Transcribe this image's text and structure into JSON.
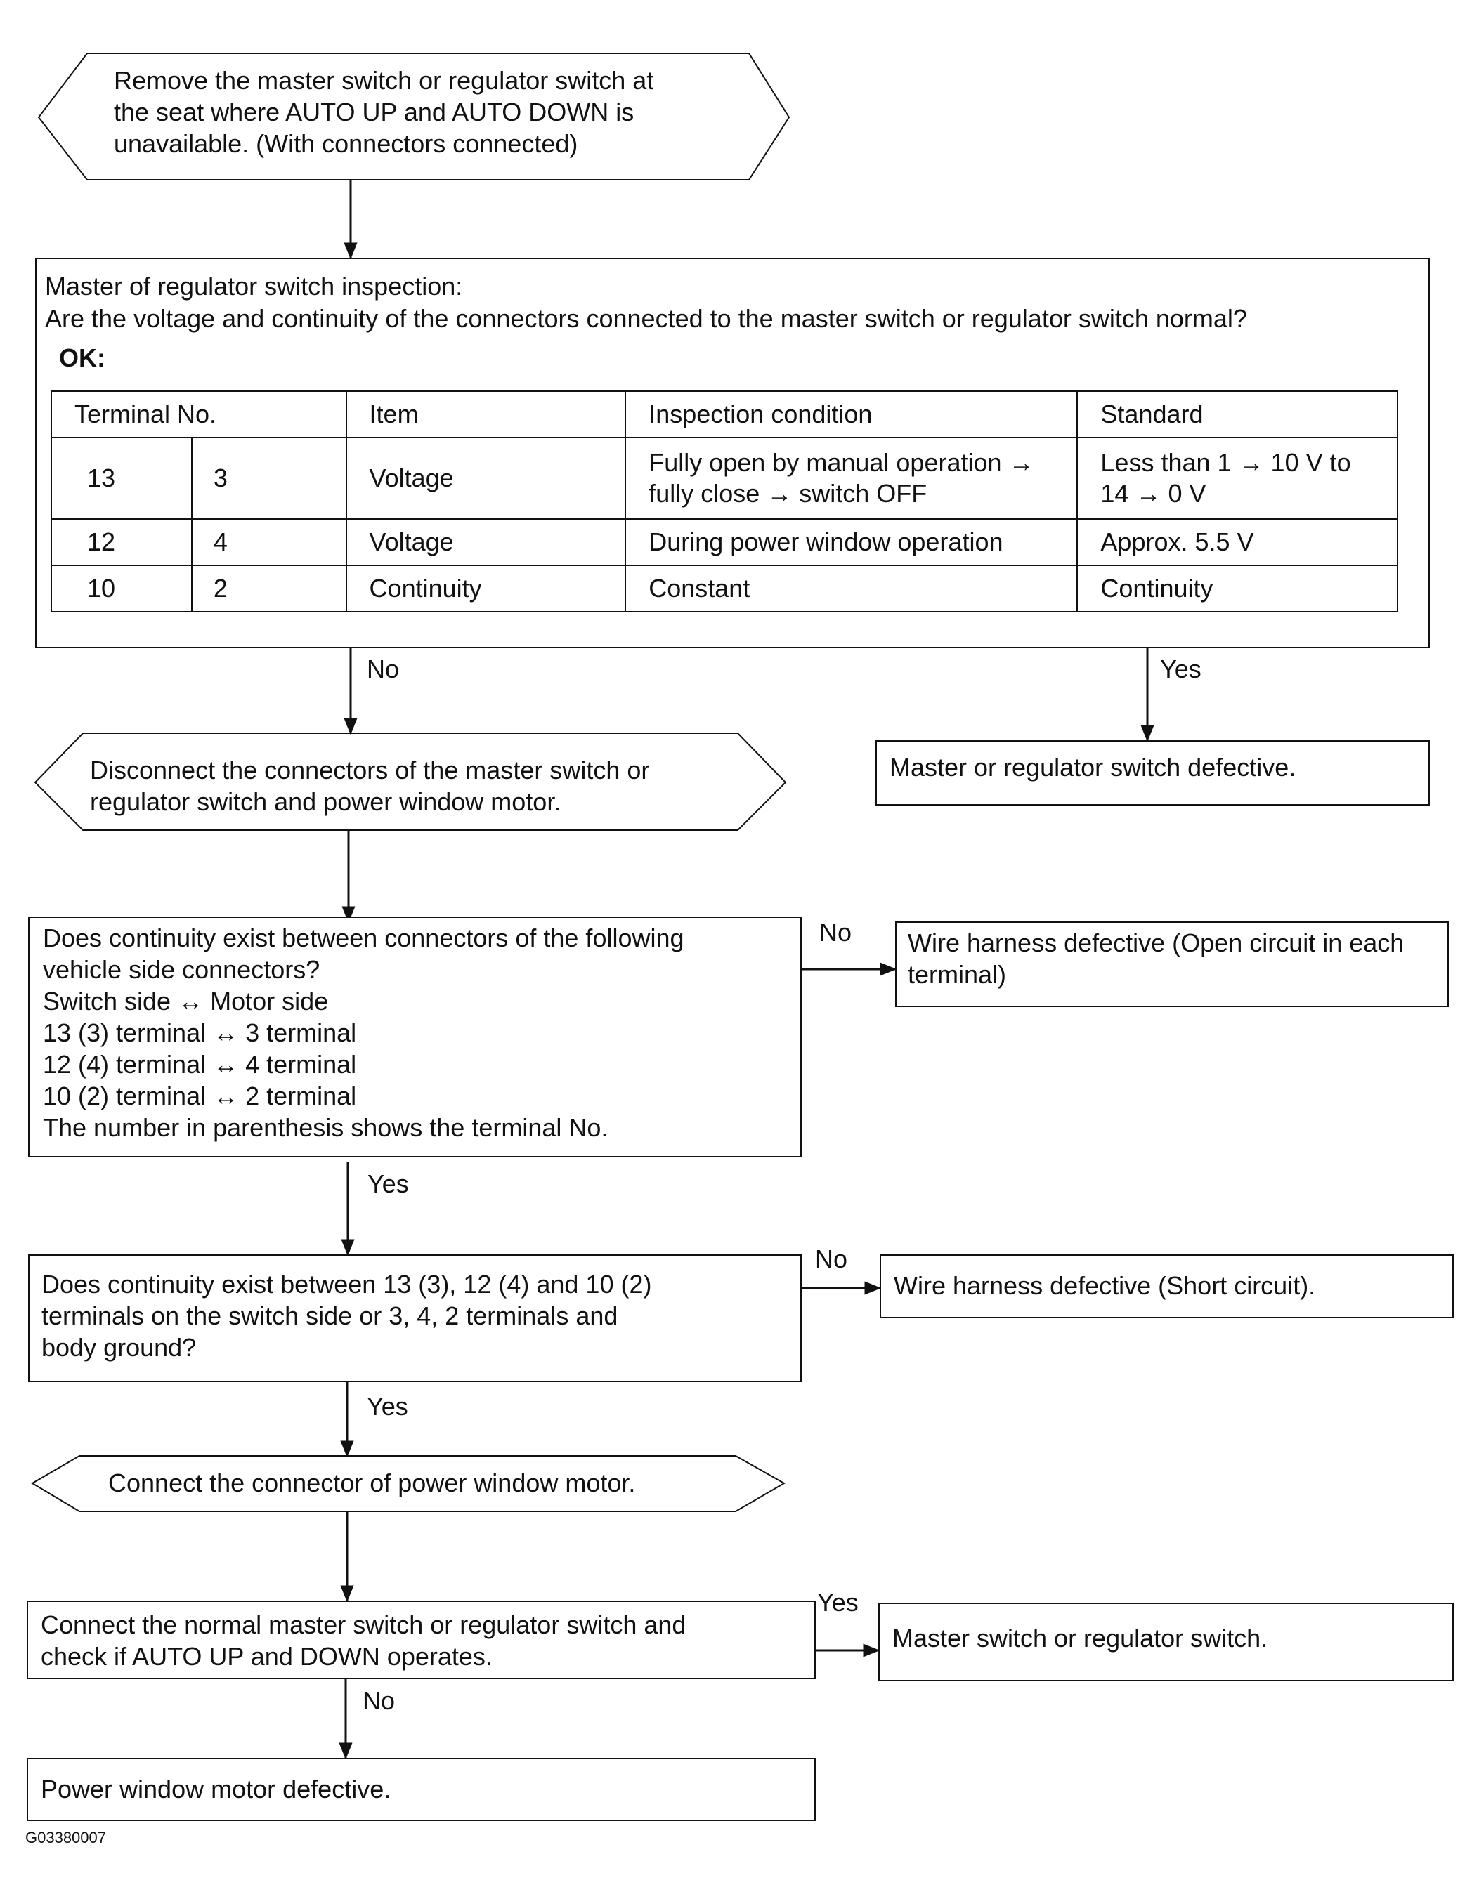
{
  "steps": {
    "remove_switch": "Remove the master switch or regulator switch at\nthe seat where AUTO UP and AUTO DOWN is\nunavailable. (With connectors connected)",
    "inspection_title": "Master of regulator switch inspection:",
    "inspection_question": "Are the voltage and continuity of the connectors connected to the master switch or regulator switch normal?",
    "ok_label": "OK:",
    "disconnect": "Disconnect the connectors of the master switch or\nregulator switch and power window motor.",
    "switch_defective": "Master or regulator switch defective.",
    "continuity_question": [
      "Does continuity exist between connectors of the following",
      "vehicle side connectors?",
      "Switch side ↔ Motor side",
      "13 (3) terminal ↔ 3 terminal",
      "12 (4) terminal ↔ 4 terminal",
      "10 (2) terminal ↔ 2 terminal",
      "The number in parenthesis shows the terminal No."
    ],
    "open_circuit": "Wire harness defective (Open circuit in each\nterminal)",
    "short_question": "Does continuity exist between 13 (3), 12 (4) and 10 (2)\nterminals on the switch side or 3, 4, 2 terminals and\nbody ground?",
    "short_circuit": "Wire harness defective (Short circuit).",
    "connect_motor": "Connect the connector of power window motor.",
    "check_auto": "Connect the normal master switch or regulator switch and\ncheck if AUTO UP and DOWN operates.",
    "switch_result": "Master switch or regulator switch.",
    "motor_defective": "Power window motor defective."
  },
  "table": {
    "headers": [
      "Terminal No.",
      "Item",
      "Inspection condition",
      "Standard"
    ],
    "rows": [
      {
        "t1": "13",
        "t2": "3",
        "item": "Voltage",
        "condition": "Fully open by manual operation →\nfully close → switch OFF",
        "standard": "Less than 1 → 10 V to\n14 → 0 V"
      },
      {
        "t1": "12",
        "t2": "4",
        "item": "Voltage",
        "condition": "During power window operation",
        "standard": "Approx. 5.5 V"
      },
      {
        "t1": "10",
        "t2": "2",
        "item": "Continuity",
        "condition": "Constant",
        "standard": "Continuity"
      }
    ]
  },
  "branch_labels": {
    "no_1": "No",
    "yes_1": "Yes",
    "no_2": "No",
    "yes_2": "Yes",
    "no_3": "No",
    "yes_3": "Yes",
    "yes_4": "Yes",
    "no_4": "No"
  },
  "figure_code": "G03380007"
}
